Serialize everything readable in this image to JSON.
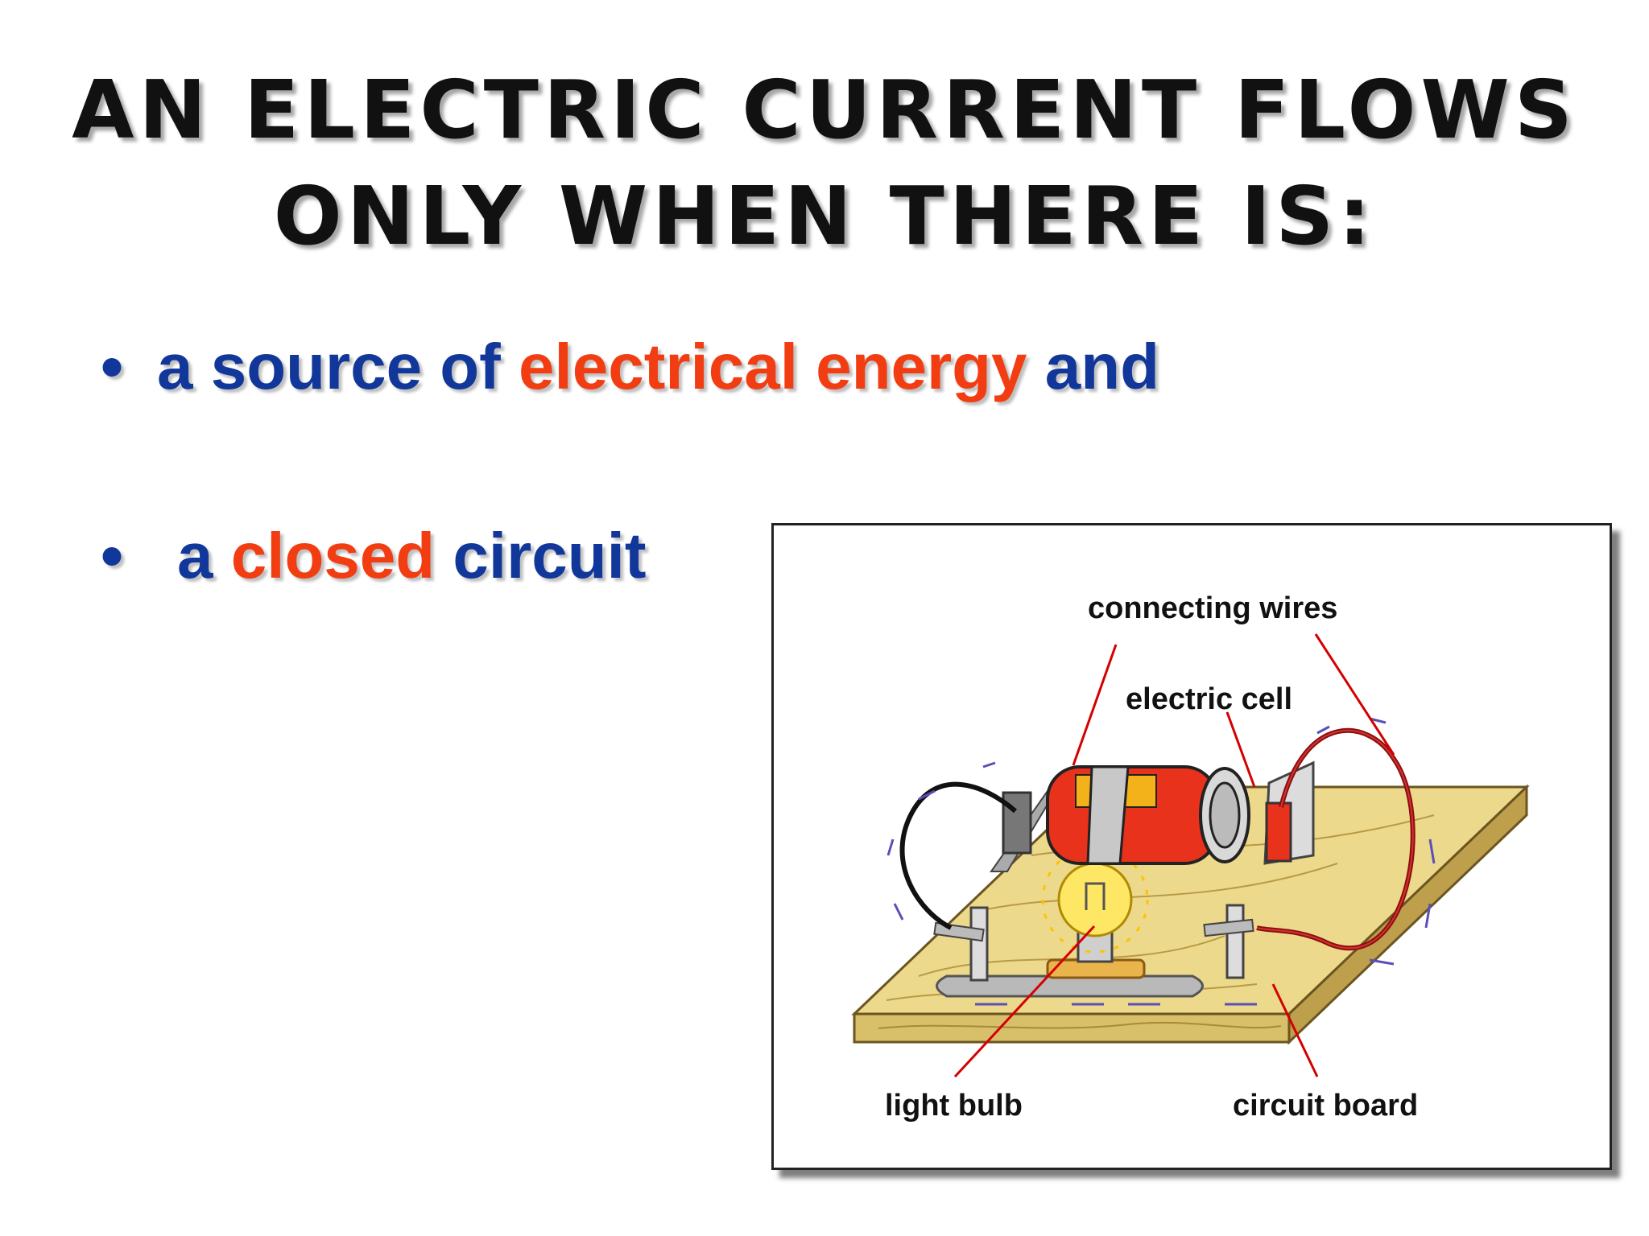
{
  "title": {
    "line1": "An electric current flows",
    "line2": "only when there is:"
  },
  "bullets": [
    {
      "marker": "•",
      "parts": [
        "a source of ",
        "electrical energy",
        " and"
      ]
    },
    {
      "marker": "•",
      "parts": [
        "a ",
        "closed",
        " circuit"
      ]
    }
  ],
  "colors": {
    "blue_text": "#12379a",
    "highlight": "#f23d12",
    "board": "#ecd98c",
    "cell": "#e8321c",
    "pointer": "#d40000",
    "arrows": "#5a4fb8"
  },
  "diagram": {
    "labels": {
      "connecting_wires": "connecting wires",
      "electric_cell": "electric cell",
      "light_bulb": "light bulb",
      "circuit_board": "circuit board"
    }
  }
}
